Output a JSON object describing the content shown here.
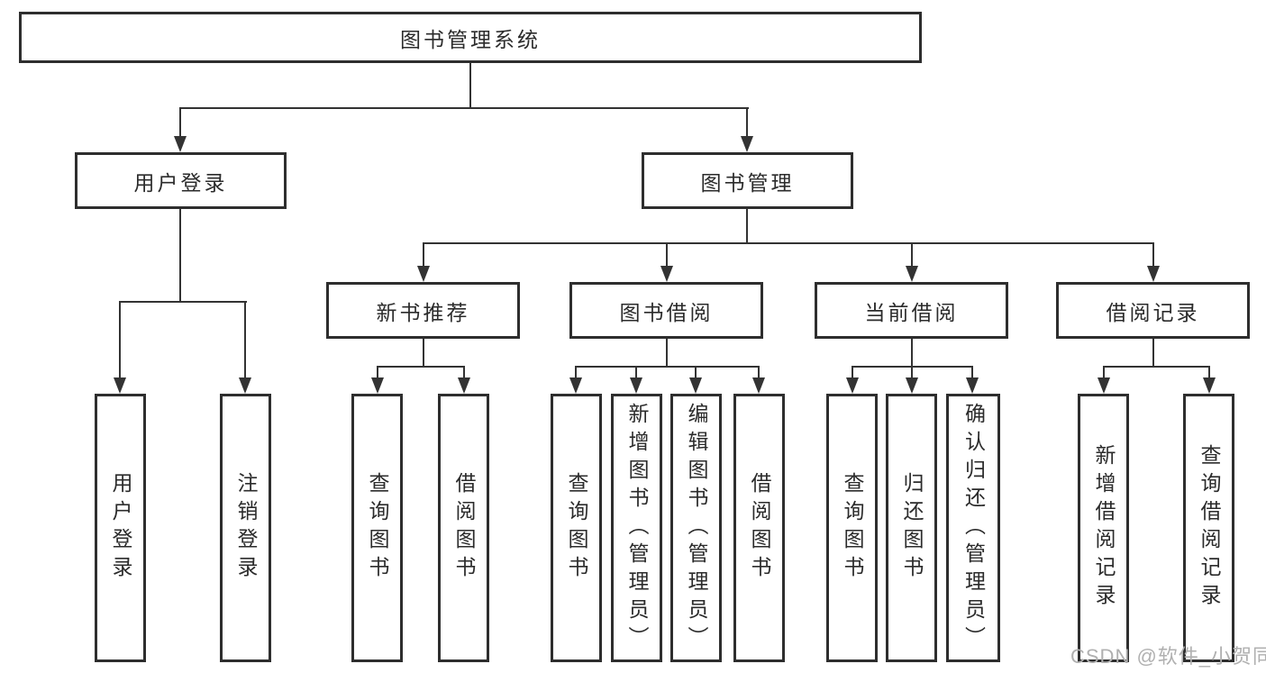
{
  "diagram": {
    "root": {
      "label": "图书管理系统"
    },
    "level2": [
      {
        "label": "用户登录"
      },
      {
        "label": "图书管理"
      }
    ],
    "level3": [
      {
        "label": "新书推荐"
      },
      {
        "label": "图书借阅"
      },
      {
        "label": "当前借阅"
      },
      {
        "label": "借阅记录"
      }
    ],
    "leaves": {
      "user_login": [
        "用户登录",
        "注销登录"
      ],
      "new_book_recommend": [
        "查询图书",
        "借阅图书"
      ],
      "book_borrow": [
        "查询图书",
        "新增图书（管理员）",
        "编辑图书（管理员）",
        "借阅图书"
      ],
      "current_borrow": [
        "查询图书",
        "归还图书",
        "确认归还（管理员）"
      ],
      "borrow_records": [
        "新增借阅记录",
        "查询借阅记录"
      ]
    }
  },
  "watermark": {
    "text": "CSDN @软件_小贺同学"
  },
  "colors": {
    "line": "#333333",
    "border": "#2e2e2e",
    "text": "#2b2b2b",
    "watermark": "#b0b0b0",
    "background": "#ffffff"
  }
}
